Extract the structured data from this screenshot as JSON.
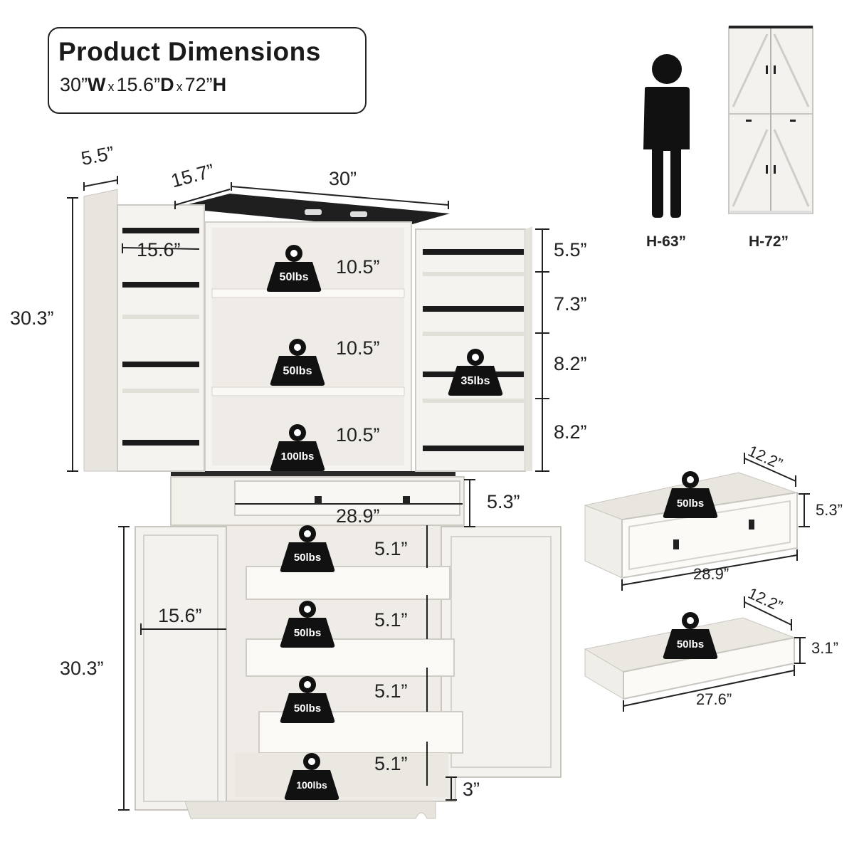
{
  "header": {
    "title": "Product Dimensions",
    "w_value": "30”",
    "w_unit": "W",
    "d_value": "15.6”",
    "d_unit": "D",
    "h_value": "72”",
    "h_unit": "H",
    "separator": "x"
  },
  "height_compare": {
    "person_label": "H-63”",
    "cabinet_label": "H-72”"
  },
  "upper_cabinet": {
    "door_depth": "5.5”",
    "depth": "15.7”",
    "width": "30”",
    "inner_depth": "15.6”",
    "height": "30.3”",
    "shelf_gaps": [
      "10.5”",
      "10.5”",
      "10.5”"
    ],
    "shelf_loads": [
      "50lbs",
      "50lbs",
      "100lbs"
    ],
    "door_rack_gaps": [
      "5.5”",
      "7.3”",
      "8.2”",
      "8.2”"
    ],
    "door_rack_load": "35lbs"
  },
  "lower_cabinet": {
    "top_drawer_height": "5.3”",
    "top_drawer_width": "28.9”",
    "inner_depth": "15.6”",
    "height": "30.3”",
    "drawer_heights": [
      "5.1”",
      "5.1”",
      "5.1”",
      "5.1”"
    ],
    "drawer_loads": [
      "50lbs",
      "50lbs",
      "50lbs",
      "100lbs"
    ],
    "leg_height": "3”"
  },
  "drawer_detail_top": {
    "depth": "12.2”",
    "height": "5.3”",
    "width": "28.9”",
    "load": "50lbs"
  },
  "drawer_detail_bottom": {
    "depth": "12.2”",
    "height": "3.1”",
    "width": "27.6”",
    "load": "50lbs"
  },
  "colors": {
    "cabinet_white": "#f4f2ee",
    "edge_grey": "#c9c6c0",
    "rod_black": "#1b1b1b",
    "weight_black": "#111111",
    "line_dark": "#222222"
  }
}
